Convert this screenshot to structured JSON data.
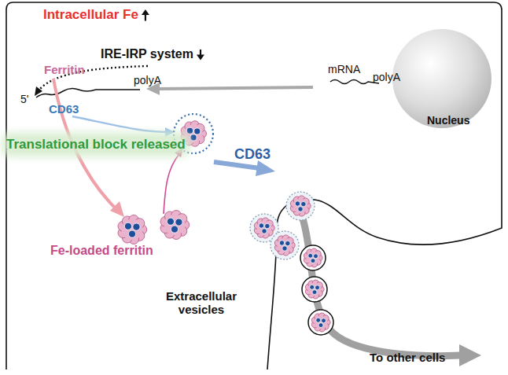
{
  "diagram": {
    "nodes": [
      {
        "text": [
          "Nucleus"
        ]
      }
    ],
    "labels": [
      "Intracellular Fe",
      "IRE-IRP system",
      "Ferritin",
      "mRNA",
      "polyA",
      "5'",
      "polyA",
      "CD63",
      "Translational block released",
      "CD63",
      "Fe-loaded ferritin",
      "Extracellular vesicles",
      "To other cells"
    ]
  }
}
